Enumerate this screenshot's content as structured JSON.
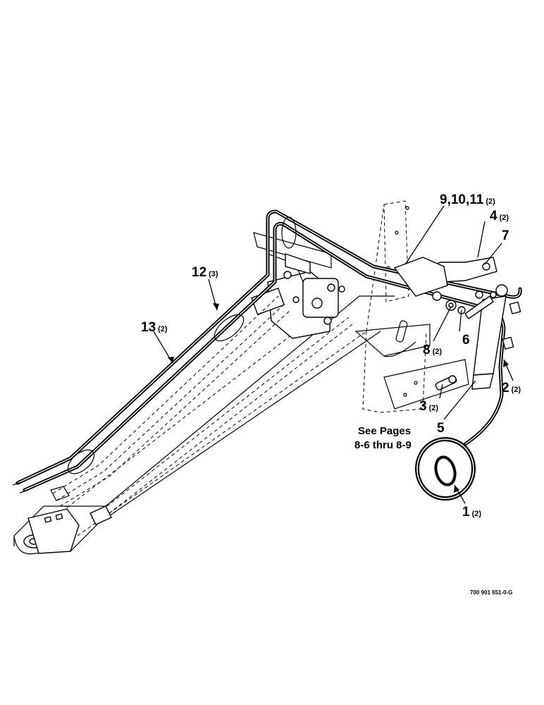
{
  "callouts": [
    {
      "id": "c1",
      "number": "1",
      "qty": "(2)"
    },
    {
      "id": "c2",
      "number": "2",
      "qty": "(2)"
    },
    {
      "id": "c3",
      "number": "3",
      "qty": "(2)"
    },
    {
      "id": "c4",
      "number": "4",
      "qty": "(2)"
    },
    {
      "id": "c5",
      "number": "5",
      "qty": ""
    },
    {
      "id": "c6",
      "number": "6",
      "qty": ""
    },
    {
      "id": "c7",
      "number": "7",
      "qty": ""
    },
    {
      "id": "c8",
      "number": "8",
      "qty": "(2)"
    },
    {
      "id": "c9",
      "number": "9,10,11",
      "qty": "(2)"
    },
    {
      "id": "c12",
      "number": "12",
      "qty": "(3)"
    },
    {
      "id": "c13",
      "number": "13",
      "qty": "(2)"
    }
  ],
  "note": {
    "line1": "See Pages",
    "line2": "8-6 thru 8-9"
  },
  "doc_id": "700 901 651-0-G"
}
